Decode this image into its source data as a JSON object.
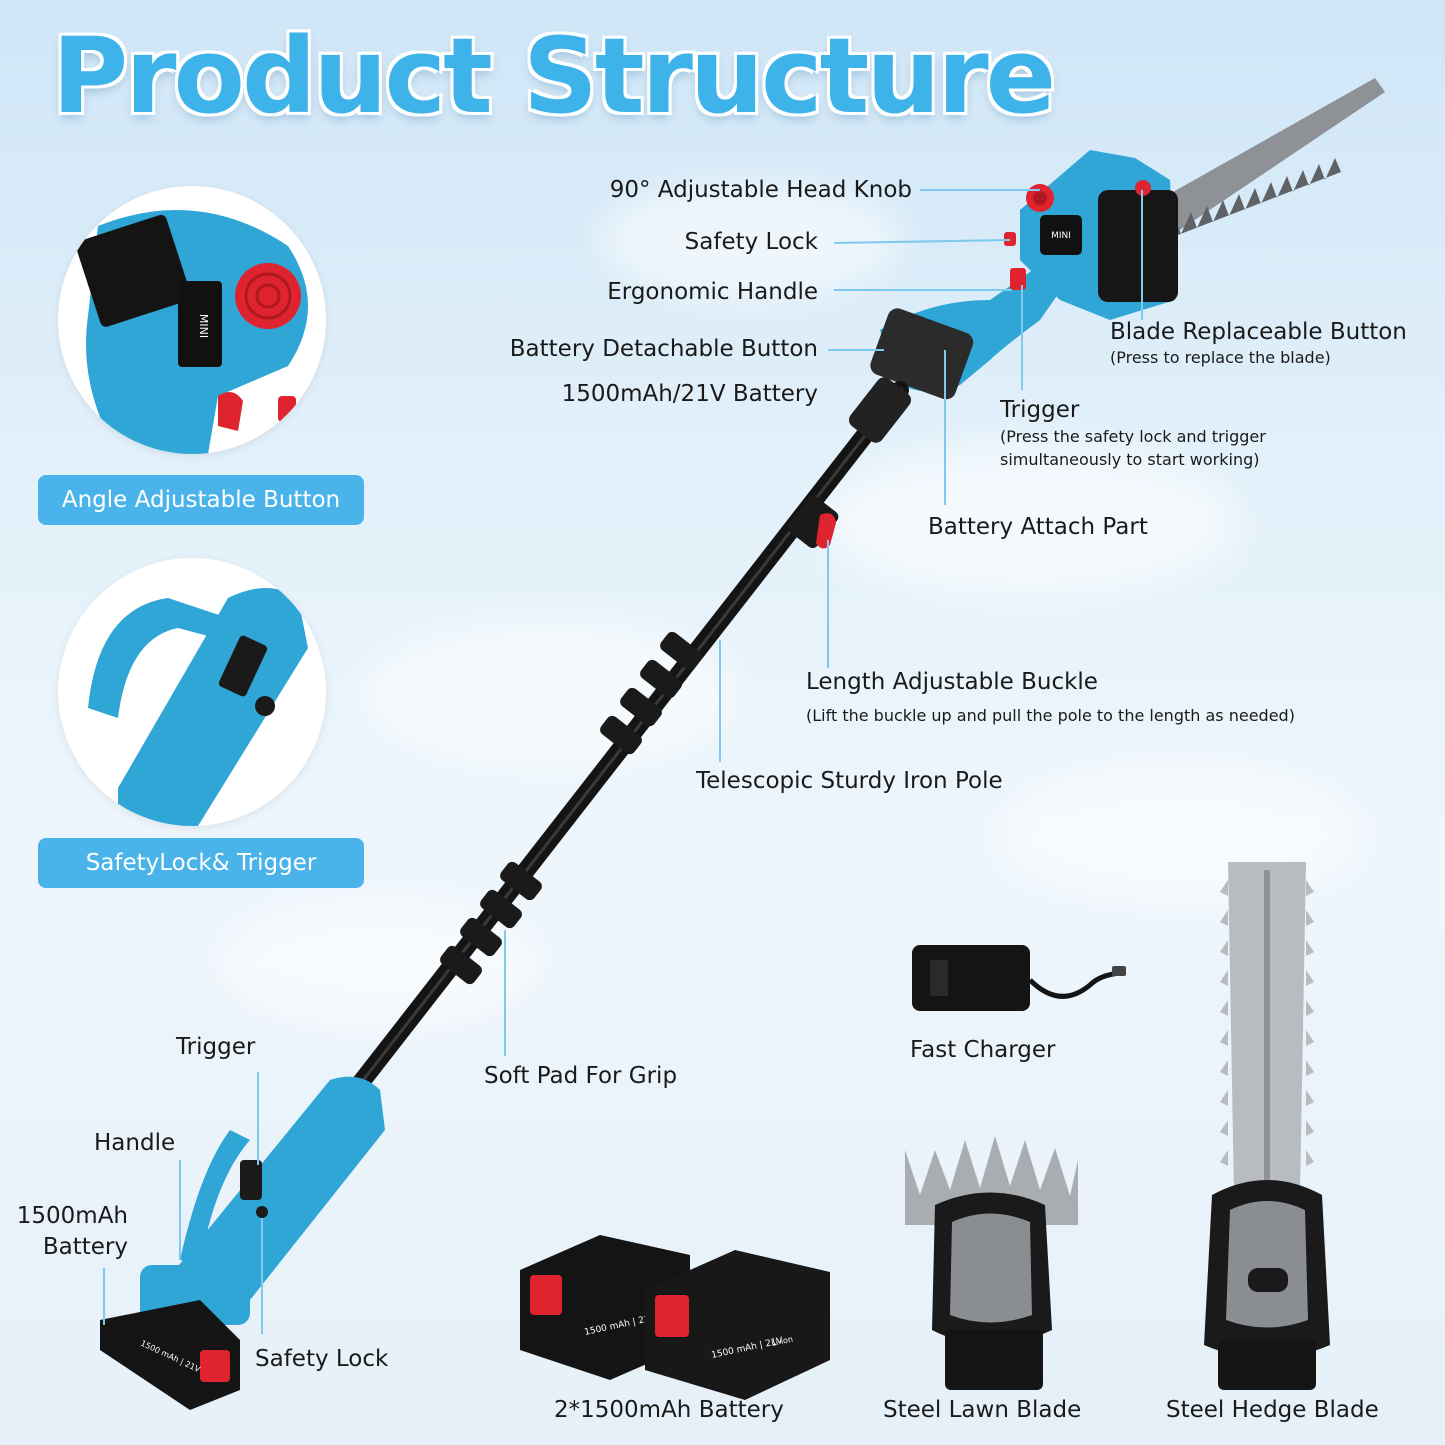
{
  "title": "Product Structure",
  "callouts": {
    "head_knob": "90° Adjustable Head Knob",
    "safety_lock": "Safety Lock",
    "ergonomic_handle": "Ergonomic Handle",
    "battery_detach": "Battery Detachable Button",
    "battery_spec": "1500mAh/21V Battery",
    "blade_replace": "Blade Replaceable Button",
    "blade_replace_note": "(Press to replace the blade)",
    "trigger": "Trigger",
    "trigger_note_1": "(Press the safety lock and trigger",
    "trigger_note_2": "simultaneously to start working)",
    "battery_attach": "Battery Attach Part",
    "length_buckle": "Length Adjustable Buckle",
    "length_buckle_note": "(Lift the buckle up and pull the pole to the length as needed)",
    "pole": "Telescopic Sturdy Iron Pole",
    "soft_pad": "Soft Pad For Grip",
    "bottom_trigger": "Trigger",
    "bottom_handle": "Handle",
    "bottom_battery_1": "1500mAh",
    "bottom_battery_2": "Battery",
    "bottom_safety_lock": "Safety Lock"
  },
  "tags": {
    "angle_button": "Angle Adjustable Button",
    "safety_trigger": "SafetyLock& Trigger"
  },
  "accessories": {
    "charger": "Fast Charger",
    "batteries": "2*1500mAh Battery",
    "lawn_blade": "Steel Lawn Blade",
    "hedge_blade": "Steel Hedge Blade"
  },
  "product_marks": {
    "head_badge": "MINI",
    "battery_label": "1500 mAh | 21V",
    "battery_chem": "Li-ion"
  },
  "colors": {
    "title": "#3db3ea",
    "tool_body": "#2fa6d6",
    "tag_bg": "#4ab4ea",
    "leader_line": "#7fc9ee",
    "accent_red": "#e0242f",
    "pole": "#141414"
  }
}
